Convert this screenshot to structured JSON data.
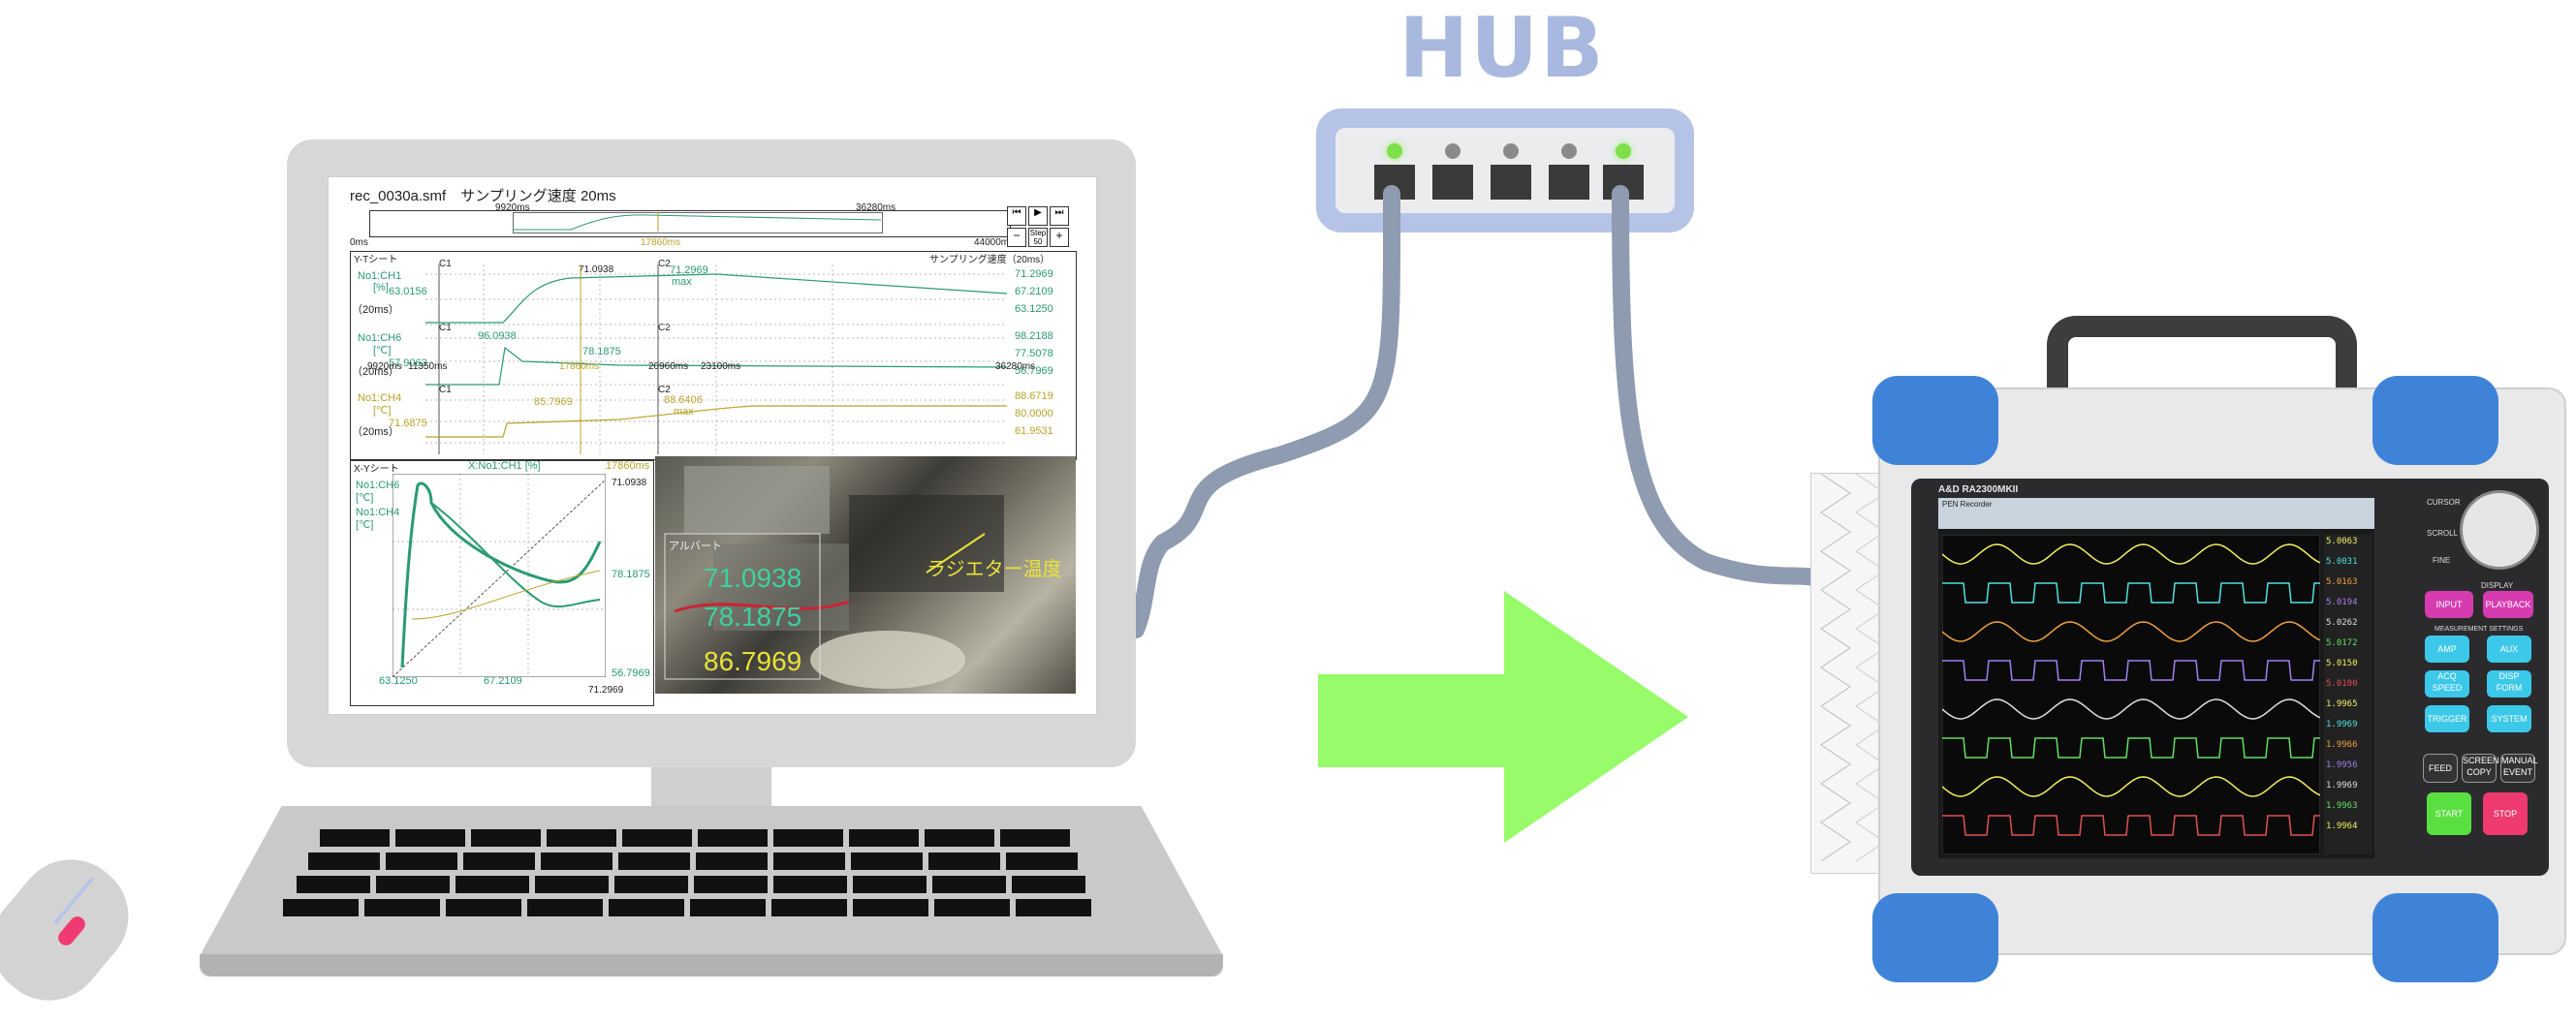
{
  "hub": {
    "label": "HUB",
    "leds": [
      true,
      false,
      false,
      false,
      true
    ]
  },
  "colors": {
    "hub": "#b5c3e6",
    "arrow": "#97fb6a",
    "cable": "#8e9bb0",
    "bumper": "#3f83d9",
    "trace_green": "#2a9a72",
    "trace_yellow": "#b8a32a"
  },
  "software": {
    "file_title": "rec_0030a.smf　サンプリング速度 20ms",
    "overview": {
      "left": "0ms",
      "mark1": "9920ms",
      "cursor": "17860ms",
      "mark2": "36280ms",
      "right": "44000ms",
      "step_label": "Step",
      "step_value": "50"
    },
    "yt_sheet_label": "Y-Tシート",
    "sampling_label": "サンプリング速度（20ms）",
    "channels": [
      {
        "name": "No1:CH1",
        "unit": "[%]",
        "rate": "（20ms）",
        "top": "71.2969",
        "mid": "67.2109",
        "bottom": "63.1250",
        "c1_value": "71.0938",
        "c2_value": "71.2969",
        "c2_note": "max",
        "left_value": "63.0156",
        "c1": "C1",
        "c2": "C2"
      },
      {
        "name": "No1:CH6",
        "unit": "[℃]",
        "rate": "（20ms）",
        "top": "98.2188",
        "mid": "77.5078",
        "bottom": "56.7969",
        "c1_value": "96.0938",
        "c2_value": "78.1875",
        "c2_note": "",
        "left_value": "57.9063",
        "c1": "C1",
        "c2": "C2"
      },
      {
        "name": "No1:CH4",
        "unit": "[℃]",
        "rate": "（20ms）",
        "top": "88.6719",
        "mid": "80.0000",
        "bottom": "61.9531",
        "c1_value": "85.7969",
        "c2_value": "88.6406",
        "c2_note": "max",
        "left_value": "71.6875",
        "c1": "C1",
        "c2": "C2"
      }
    ],
    "time_axis": [
      "9920ms",
      "11350ms",
      "17860ms",
      "20960ms",
      "23100ms",
      "36280ms"
    ],
    "xy_sheet_label": "X-Yシート",
    "xy_header": "X:No1:CH1 [%]",
    "xy_header_right": "17860ms",
    "xy_series": [
      "No1:CH6 [℃]",
      "No1:CH4 [℃]"
    ],
    "xy_right_top": "71.0938",
    "xy_right_mid": "78.1875",
    "xy_right_bottom": "56.7969",
    "xy_bottom": [
      "63.1250",
      "67.2109",
      "71.2969"
    ],
    "photo_label": "ラジエター温度",
    "photo_overlay_title": "アルバート",
    "photo_values": [
      "71.0938",
      "78.1875",
      "86.7969"
    ]
  },
  "device": {
    "brand": "A&D RA2300MKII",
    "screen_title": "PEN Recorder",
    "readouts": [
      "5.0063",
      "5.0031",
      "5.0163",
      "5.0194",
      "5.0262",
      "5.0172",
      "5.0150",
      "5.0100",
      "1.9965",
      "1.9969",
      "1.9966",
      "1.9956",
      "1.9969",
      "1.9963",
      "1.9964"
    ],
    "buttons": {
      "cursor": "CURSOR",
      "scroll": "SCROLL",
      "fine": "FINE",
      "display": "DISPLAY",
      "input": "INPUT",
      "playback": "PLAYBACK",
      "settings": "MEASUREMENT SETTINGS",
      "amp": "AMP",
      "aux": "AUX",
      "acq": "ACQ SPEED",
      "disp_form": "DISP FORM",
      "trigger": "TRIGGER",
      "system": "SYSTEM",
      "feed": "FEED",
      "screen_copy": "SCREEN COPY",
      "manual_event": "MANUAL EVENT",
      "start": "START",
      "stop": "STOP"
    }
  }
}
